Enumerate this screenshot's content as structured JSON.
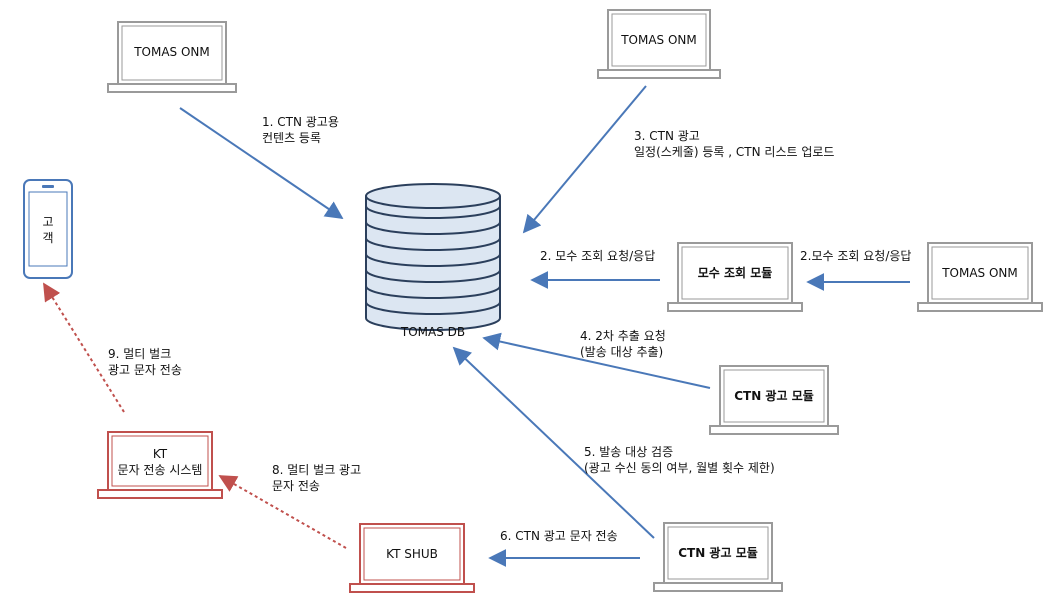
{
  "nodes": {
    "onm_top_left": "TOMAS ONM",
    "onm_top_right": "TOMAS ONM",
    "onm_right": "TOMAS ONM",
    "db": "TOMAS DB",
    "count_module": "모수 조회 모듈",
    "ctn_module_mid": "CTN 광고 모듈",
    "ctn_module_bottom": "CTN 광고 모듈",
    "kt_shub": "KT SHUB",
    "kt_sms": "KT\n문자 전송 시스템",
    "customer": "고\n객"
  },
  "edges": {
    "e1": "1. CTN 광고용\n컨텐츠 등록",
    "e3": "3. CTN 광고\n일정(스케줄) 등록 , CTN 리스트 업로드",
    "e2_left": "2. 모수 조회 요청/응답",
    "e2_right": "2.모수 조회 요청/응답",
    "e4": "4. 2차 추출 요청\n(발송 대상 추출)",
    "e5": "5. 발송 대상  검증\n(광고 수신 동의 여부, 월별 횟수 제한)",
    "e6": "6. CTN 광고 문자 전송",
    "e8": "8. 멀티 벌크 광고\n문자 전송",
    "e9": "9. 멀티 벌크\n광고 문자 전송"
  },
  "colors": {
    "blue_arrow": "#4a78b8",
    "red_arrow": "#c0504d",
    "gray_device": "#9a9a9a",
    "red_device": "#c0504d",
    "db_blue": "#dce6f2",
    "db_stroke": "#2b3f5c"
  }
}
